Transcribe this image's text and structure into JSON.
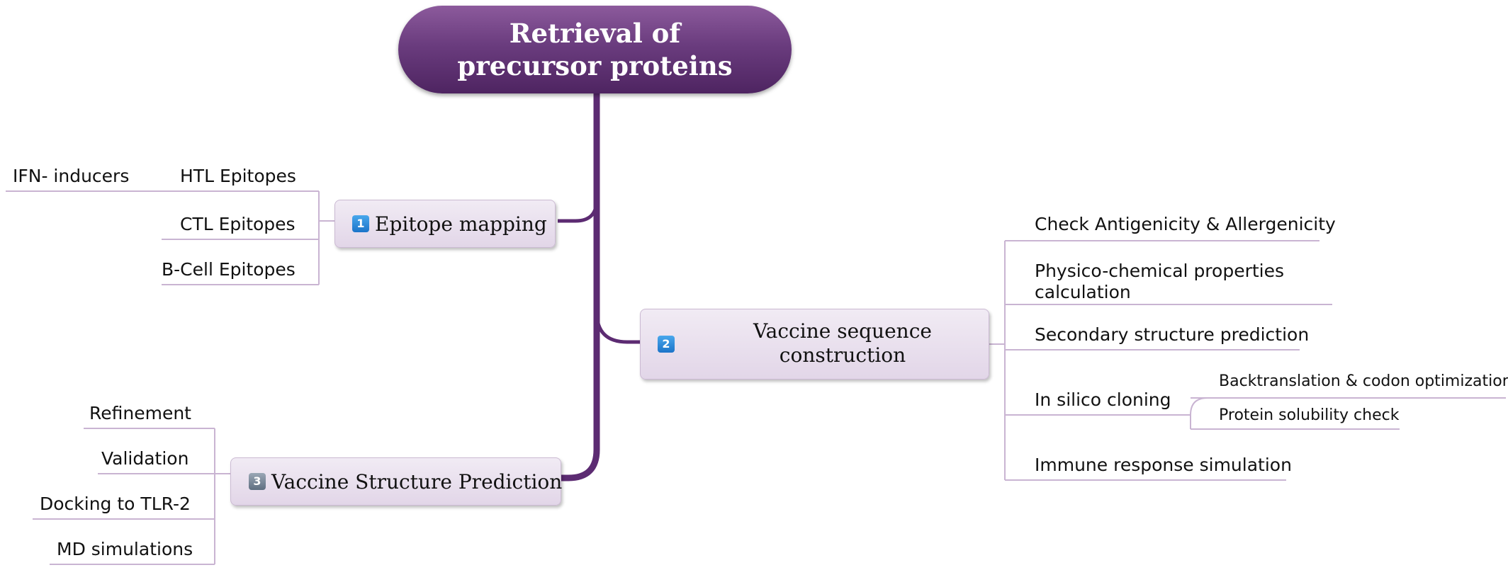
{
  "root": {
    "label": "Retrieval of precursor proteins"
  },
  "branches": {
    "epitope_mapping": {
      "number": "1",
      "label": "Epitope mapping",
      "children": {
        "htl": "HTL Epitopes",
        "ifn": "IFN- inducers",
        "ctl": "CTL Epitopes",
        "bcell": "B-Cell Epitopes"
      }
    },
    "vaccine_sequence": {
      "number": "2",
      "label": "Vaccine sequence construction",
      "children": {
        "antigenicity": "Check Antigenicity & Allergenicity",
        "physico": "Physico-chemical properties calculation",
        "secondary": "Secondary structure prediction",
        "cloning": "In silico cloning",
        "backtranslation": "Backtranslation & codon optimization",
        "solubility": "Protein solubility check",
        "immune": "Immune response simulation"
      }
    },
    "structure_prediction": {
      "number": "3",
      "label": "Vaccine Structure Prediction",
      "children": {
        "refinement": "Refinement",
        "validation": "Validation",
        "docking": "Docking to TLR-2",
        "md": "MD simulations"
      }
    }
  },
  "colors": {
    "trunk": "#5c2b72",
    "connector": "#c9b4d2",
    "root_top": "#8c5a9c",
    "root_bottom": "#4e2461",
    "badge_blue": "#1b74c9",
    "badge_grey": "#5f6f81"
  }
}
